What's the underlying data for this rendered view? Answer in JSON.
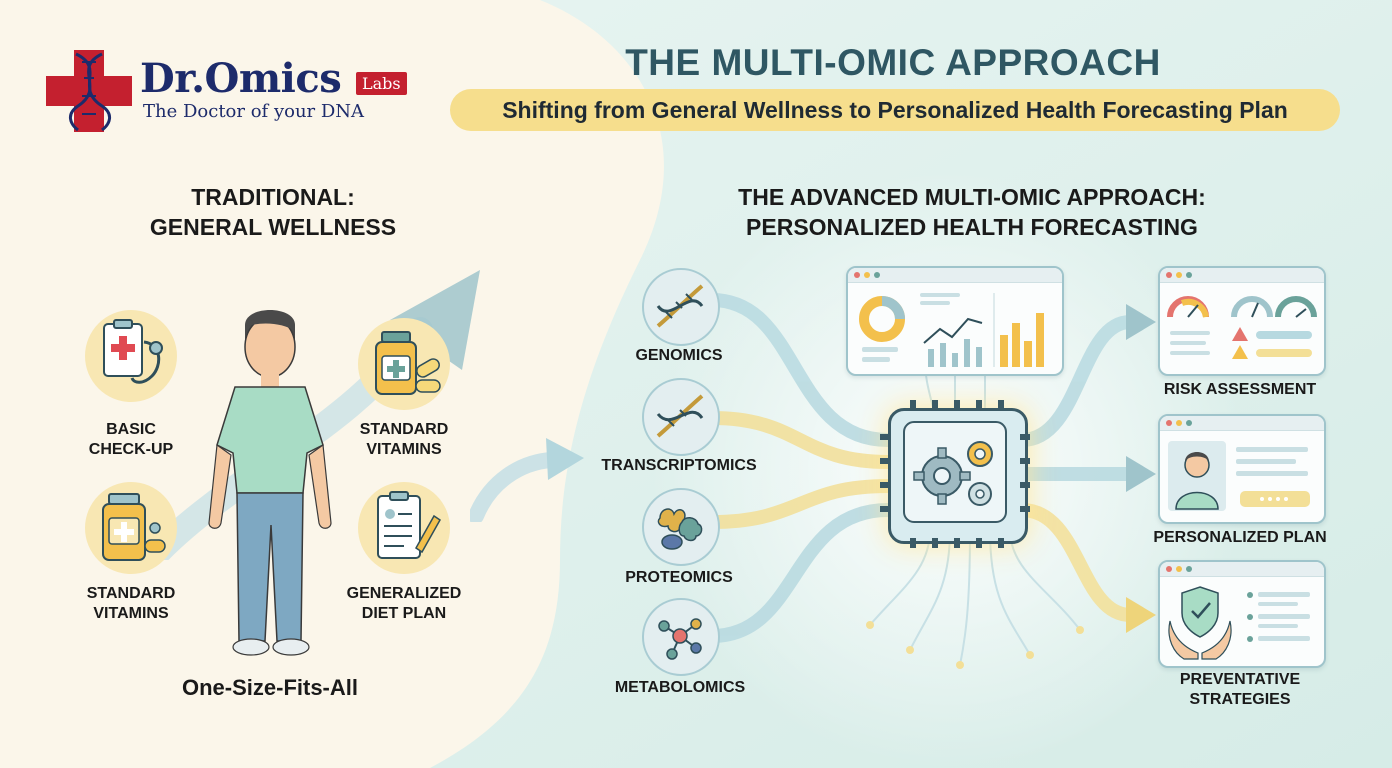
{
  "brand": {
    "name": "Dr.Omics",
    "badge": "Labs",
    "tagline": "The Doctor of your DNA",
    "colors": {
      "cross": "#c4202f",
      "text": "#1d2b6b"
    }
  },
  "header": {
    "title": "THE MULTI-OMIC APPROACH",
    "subtitle": "Shifting from General Wellness to Personalized Health Forecasting Plan"
  },
  "traditional": {
    "heading_line1": "TRADITIONAL:",
    "heading_line2": "GENERAL WELLNESS",
    "items": [
      {
        "line1": "BASIC",
        "line2": "CHECK-UP",
        "icon": "clipboard-stethoscope-icon"
      },
      {
        "line1": "STANDARD",
        "line2": "VITAMINS",
        "icon": "vitamin-bottle-icon"
      },
      {
        "line1": "STANDARD",
        "line2": "VITAMINS",
        "icon": "pill-jar-icon"
      },
      {
        "line1": "GENERALIZED",
        "line2": "DIET PLAN",
        "icon": "diet-clipboard-icon"
      }
    ],
    "footer": "One-Size-Fits-All"
  },
  "advanced": {
    "heading_line1": "THE ADVANCED MULTI-OMIC APPROACH:",
    "heading_line2": "PERSONALIZED HEALTH FORECASTING",
    "inputs": [
      {
        "label": "GENOMICS",
        "icon": "dna-helix-icon"
      },
      {
        "label": "TRANSCRIPTOMICS",
        "icon": "rna-strand-icon"
      },
      {
        "label": "PROTEOMICS",
        "icon": "protein-icon"
      },
      {
        "label": "METABOLOMICS",
        "icon": "molecule-icon"
      }
    ],
    "processor": {
      "icon": "gears-chip-icon"
    },
    "outputs": [
      {
        "label": "RISK ASSESSMENT",
        "icon": "gauge-dashboard-icon"
      },
      {
        "label": "PERSONALIZED PLAN",
        "icon": "profile-card-icon"
      },
      {
        "label_line1": "PREVENTATIVE",
        "label_line2": "STRATEGIES",
        "icon": "shield-hands-icon"
      }
    ]
  },
  "colors": {
    "accent_teal": "#9fc4cb",
    "accent_yellow": "#f6de8d",
    "flow_blue": "#a9cfd8",
    "flow_yellow": "#f3df97"
  }
}
